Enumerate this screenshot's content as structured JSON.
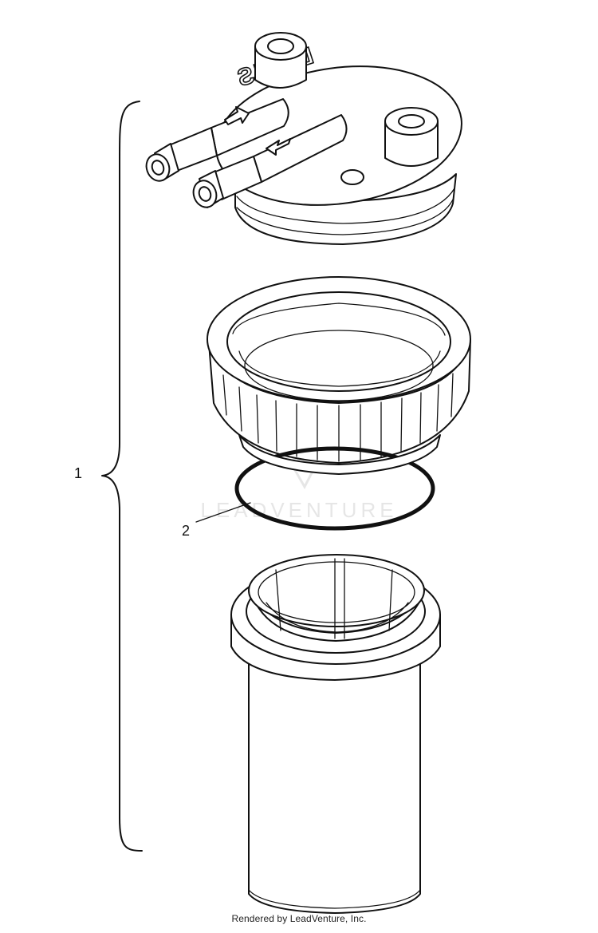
{
  "diagram": {
    "brand_text": "LARIS",
    "watermark_text": "LEADVENTURE",
    "callouts": [
      {
        "id": "1",
        "label": "1",
        "part": "fuel-filter-assembly"
      },
      {
        "id": "2",
        "label": "2",
        "part": "o-ring"
      }
    ]
  },
  "footer": {
    "credit": "Rendered by LeadVenture, Inc."
  },
  "colors": {
    "line": "#111111",
    "background": "#ffffff",
    "watermark": "#d9d9d9"
  }
}
